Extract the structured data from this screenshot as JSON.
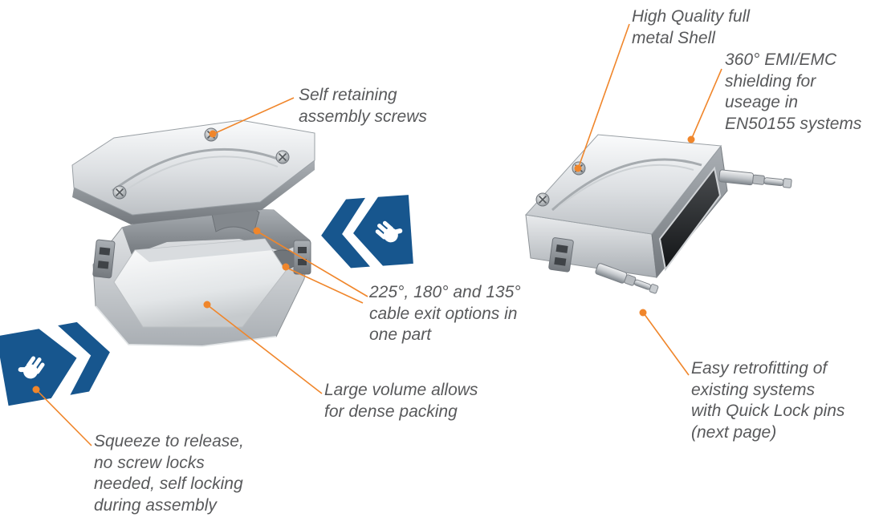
{
  "figure": {
    "colors": {
      "background": "#ffffff",
      "accent": "#f0862b",
      "text": "#58595b",
      "arrow_blue": "#17568e"
    }
  },
  "annotations": [
    {
      "id": "self-retaining-screws",
      "text": "Self retaining\nassembly screws"
    },
    {
      "id": "cable-exit-options",
      "text": "225°, 180° and 135°\ncable exit options in\none part"
    },
    {
      "id": "large-volume",
      "text": "Large volume allows\nfor dense packing"
    },
    {
      "id": "squeeze-to-release",
      "text": "Squeeze to release,\nno screw locks\nneeded, self locking\nduring assembly"
    },
    {
      "id": "full-metal-shell",
      "text": "High Quality full\nmetal Shell"
    },
    {
      "id": "emi-emc-shielding",
      "text": "360° EMI/EMC\nshielding for\nuseage in\nEN50155 systems"
    },
    {
      "id": "quick-lock-retrofitting",
      "text": "Easy retrofitting of\nexisting systems\nwith Quick Lock pins\n(next page)"
    }
  ],
  "icons": [
    {
      "name": "squeeze-hand-icon",
      "shape": "white hand (squeeze gesture) inside blue arrow"
    },
    {
      "name": "squeeze-arrow-left",
      "shape": "blue double chevron pointing right",
      "color": "#17568e"
    },
    {
      "name": "squeeze-arrow-right",
      "shape": "blue double chevron pointing left",
      "color": "#17568e"
    },
    {
      "name": "screw-icon",
      "shape": "metal screw head, circle with cross slot"
    },
    {
      "name": "callout-dot",
      "shape": "small orange circle marking callout target",
      "color": "#f0862b"
    }
  ]
}
